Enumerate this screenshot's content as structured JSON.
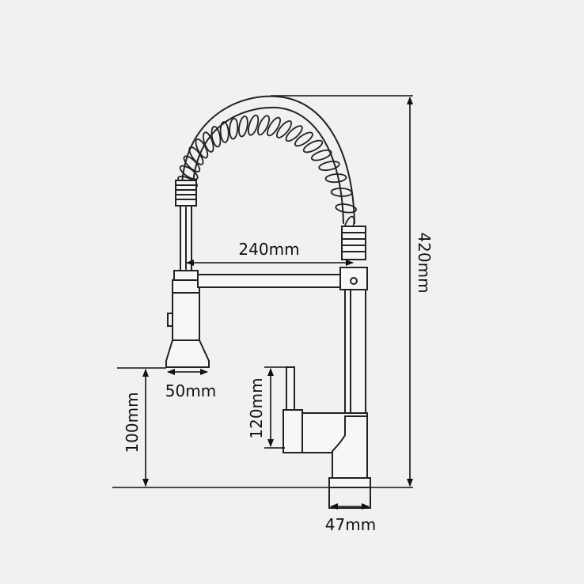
{
  "dimensions": {
    "spout_reach": "240mm",
    "total_height": "420mm",
    "spray_head_width": "50mm",
    "spray_head_height": "100mm",
    "handle_height": "120mm",
    "base_diameter": "47mm"
  },
  "colors": {
    "background": "#f1f1f1",
    "line": "#222222"
  }
}
